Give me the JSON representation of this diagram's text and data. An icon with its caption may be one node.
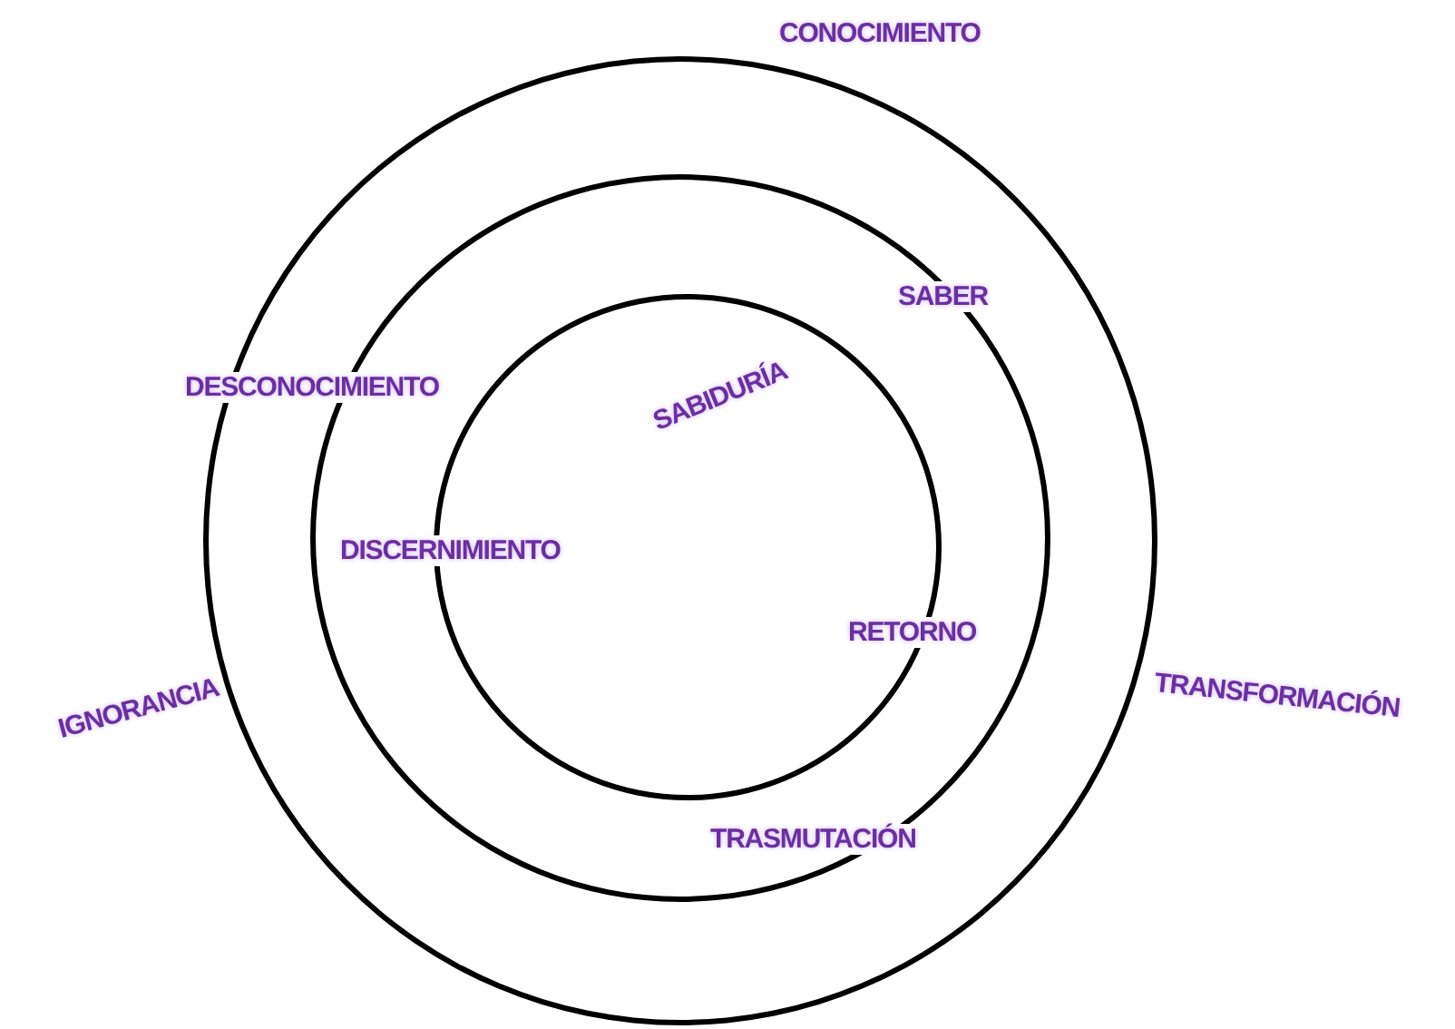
{
  "diagram": {
    "nodes": [
      {
        "text": [],
        "shape": "circle"
      },
      {
        "text": [],
        "shape": "circle",
        "in": 0
      },
      {
        "text": [],
        "shape": "circle",
        "in": 1
      }
    ],
    "labels": [
      "CONOCIMIENTO",
      "SABER",
      "DESCONOCIMIENTO",
      "SABIDURÍA",
      "DISCERNIMIENTO",
      "RETORNO",
      "IGNORANCIA",
      "TRANSFORMACIÓN",
      "TRASMUTACIÓN"
    ]
  }
}
